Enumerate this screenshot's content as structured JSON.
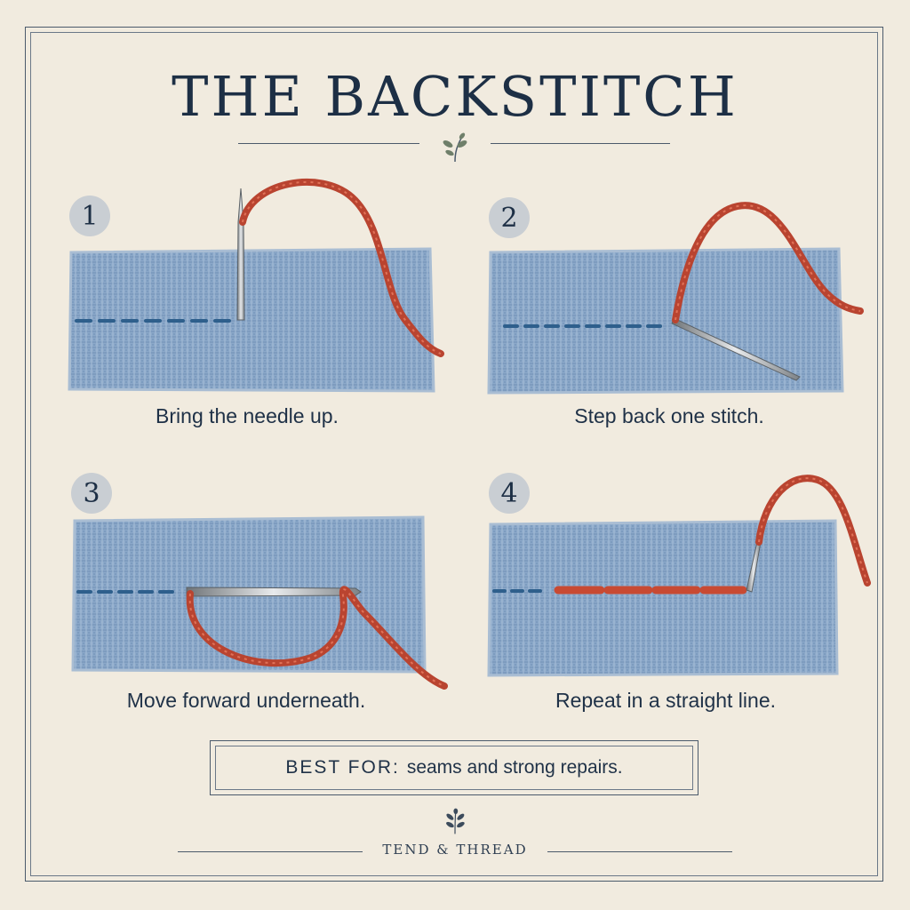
{
  "title": "THE BACKSTITCH",
  "steps": [
    {
      "number": "1",
      "caption": "Bring the needle up."
    },
    {
      "number": "2",
      "caption": "Step back one stitch."
    },
    {
      "number": "3",
      "caption": "Move forward underneath."
    },
    {
      "number": "4",
      "caption": "Repeat in a straight line."
    }
  ],
  "note": {
    "key": "BEST FOR:",
    "text": "seams and strong repairs."
  },
  "brand": "TEND & THREAD",
  "colors": {
    "fabric": "#8aa7c8",
    "thread": "#c84a33",
    "stitch_guide": "#2e5f8c",
    "ink": "#1d2f45",
    "paper": "#f1ebdf"
  },
  "icons": {
    "title_ornament": "leaf-sprig-icon",
    "brand_ornament": "leaf-sprig-icon"
  }
}
